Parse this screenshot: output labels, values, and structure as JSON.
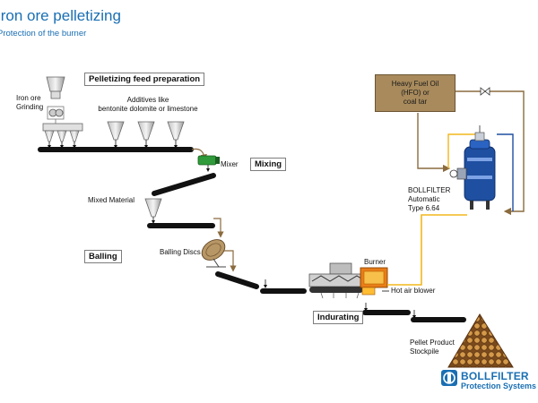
{
  "header": {
    "title": "Iron ore pelletizing",
    "subtitle": "Protection of the burner"
  },
  "sections": {
    "feed_preparation": "Pelletizing feed preparation",
    "mixing": "Mixing",
    "balling": "Balling",
    "indurating": "Indurating"
  },
  "labels": {
    "iron_ore_line1": "Iron ore",
    "iron_ore_line2": "Grinding",
    "additives_line1": "Additives like",
    "additives_line2": "bentonite dolomite or limestone",
    "mixer": "Mixer",
    "mixed_material": "Mixed Material",
    "balling_discs": "Balling Discs",
    "burner": "Burner",
    "hot_air_blower": "Hot air blower",
    "pellet_line1": "Pellet Product",
    "pellet_line2": "Stockpile",
    "bollfilter_line1": "BOLLFILTER",
    "bollfilter_line2": "Automatic",
    "bollfilter_line3": "Type 6.64"
  },
  "fuel_box": {
    "line1": "Heavy Fuel Oil",
    "line2": "(HFO) or",
    "line3": "coal tar"
  },
  "logo": {
    "line1": "BOLLFILTER",
    "line2": "Protection Systems"
  },
  "colors": {
    "title_blue": "#1a6fb3",
    "fuel_box": "#a88a5c",
    "fuel_line": "#8a6b3e",
    "filtered_fuel_line": "#f2b71b",
    "filter_blue": "#1f4fa0",
    "burner_orange": "#e87d17",
    "mixer_green": "#2f9b3a",
    "conveyor": "#111111"
  }
}
